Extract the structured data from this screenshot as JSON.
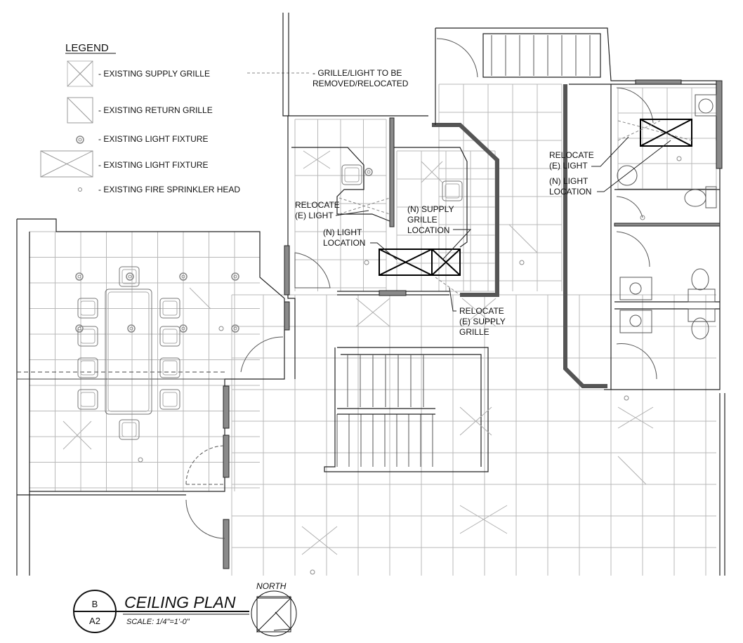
{
  "legend": {
    "title": "LEGEND",
    "items": [
      {
        "label": "- EXISTING SUPPLY GRILLE",
        "icon": "supply-grille-icon"
      },
      {
        "label": "- EXISTING RETURN GRILLE",
        "icon": "return-grille-icon"
      },
      {
        "label": "- EXISTING LIGHT FIXTURE",
        "icon": "round-light-icon"
      },
      {
        "label": "- EXISTING LIGHT FIXTURE",
        "icon": "rect-light-icon"
      },
      {
        "label": "- EXISTING FIRE SPRINKLER HEAD",
        "icon": "sprinkler-icon"
      }
    ],
    "removed_line1": "- GRILLE/LIGHT TO BE",
    "removed_line2": "REMOVED/RELOCATED"
  },
  "notes": {
    "relocate_light_1": [
      "RELOCATE",
      "(E) LIGHT"
    ],
    "new_supply": [
      "(N) SUPPLY",
      "GRILLE",
      "LOCATION"
    ],
    "new_light_1": [
      "(N) LIGHT",
      "LOCATION"
    ],
    "relocate_supply": [
      "RELOCATE",
      "(E) SUPPLY",
      "GRILLE"
    ],
    "relocate_light_2": [
      "RELOCATE",
      "(E) LIGHT"
    ],
    "new_light_2": [
      "(N) LIGHT",
      "LOCATION"
    ]
  },
  "title_block": {
    "detail": "B",
    "sheet": "A2",
    "title": "CEILING PLAN",
    "scale": "SCALE: 1/4\"=1'-0\"",
    "north": "NORTH"
  }
}
